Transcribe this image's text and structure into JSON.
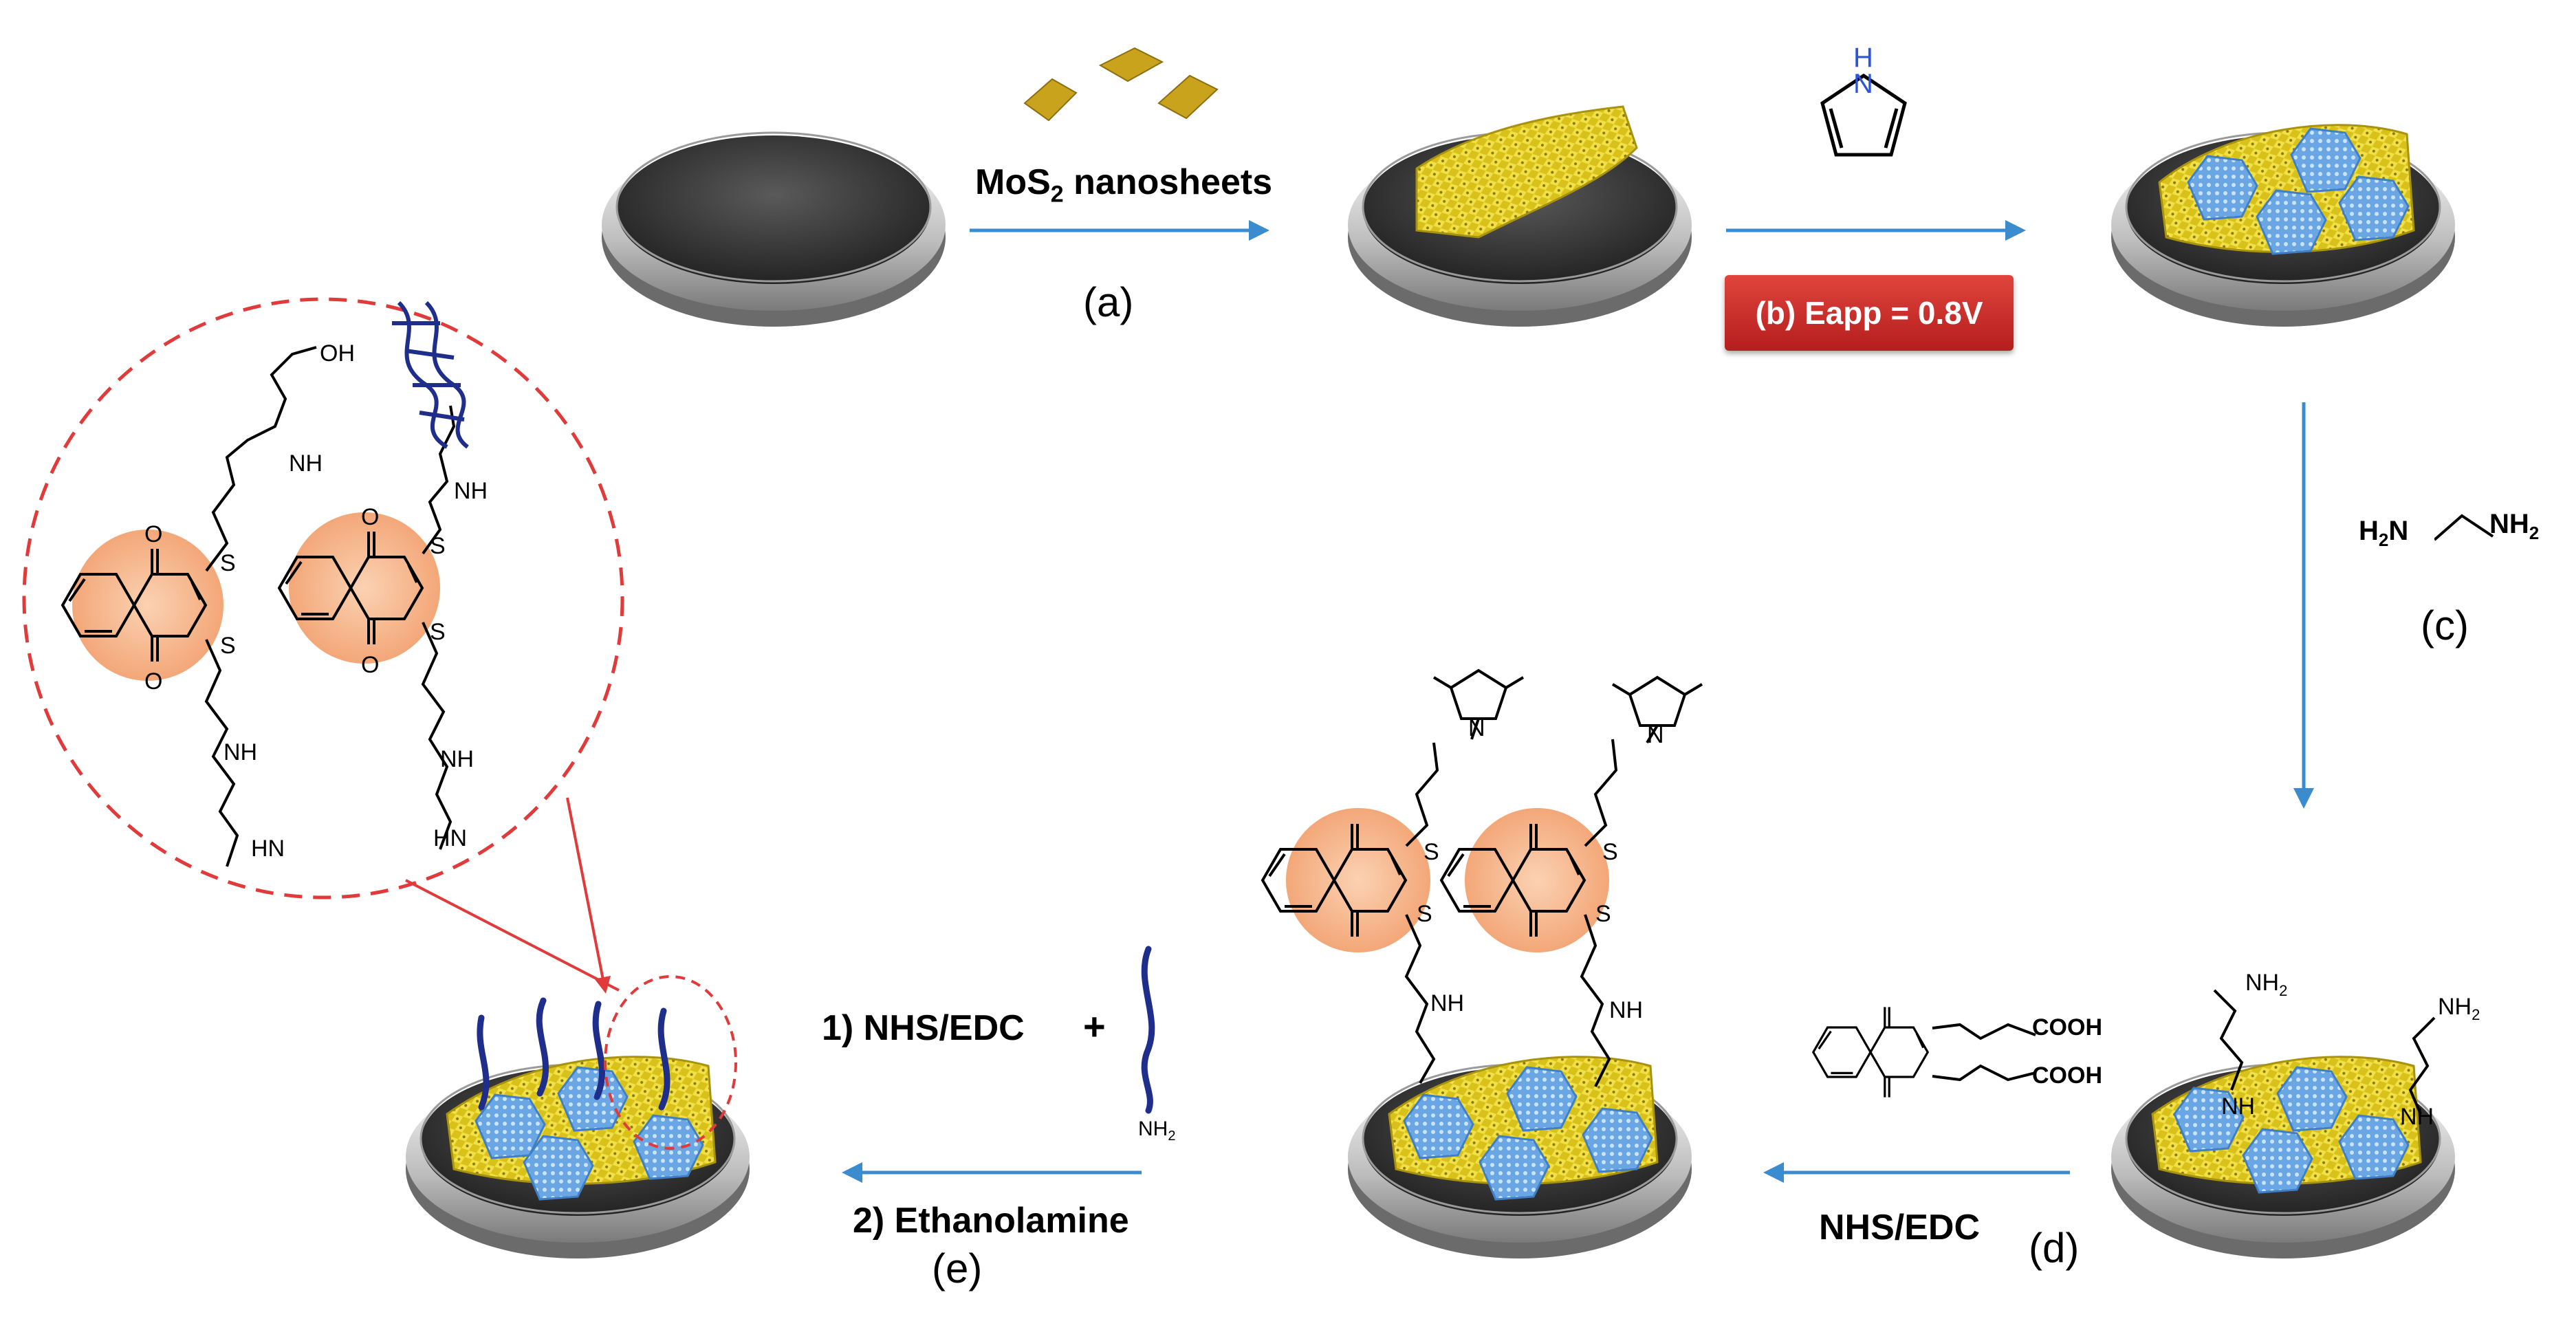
{
  "steps": {
    "a": {
      "reagent_main": "MoS",
      "reagent_sub": "2",
      "reagent_tail": " nanosheets",
      "label": "(a)"
    },
    "b": {
      "label": "(b) Eapp = 0.8V",
      "nh_label": "H",
      "n_label": "N"
    },
    "c": {
      "label": "(c)",
      "reagent_left": "H",
      "reagent_left_sub": "2",
      "reagent_left_n": "N",
      "reagent_right_n": "NH",
      "reagent_right_sub": "2"
    },
    "d": {
      "label": "(d)",
      "reagent": "NHS/EDC",
      "cooh1": "COOH",
      "cooh2": "COOH"
    },
    "e": {
      "line1": "1) NHS/EDC",
      "plus": "+",
      "line2": "2) Ethanolamine",
      "label": "(e)",
      "nh2": "NH",
      "nh2_sub": "2"
    }
  },
  "chem_labels": {
    "oh": "OH",
    "nh": "NH",
    "hn": "HN",
    "o": "O",
    "s": "S",
    "n": "N",
    "amine": "NH",
    "amine_sub": "2"
  },
  "colors": {
    "arrow": "#3a8ccf",
    "mos2": "#e0cc1e",
    "ppy": "#7fb6ea",
    "dna": "#1f2e8a",
    "highlight": "#f6b98e",
    "dashed_circle": "#e03a3a",
    "red_box": "#c52a25"
  }
}
